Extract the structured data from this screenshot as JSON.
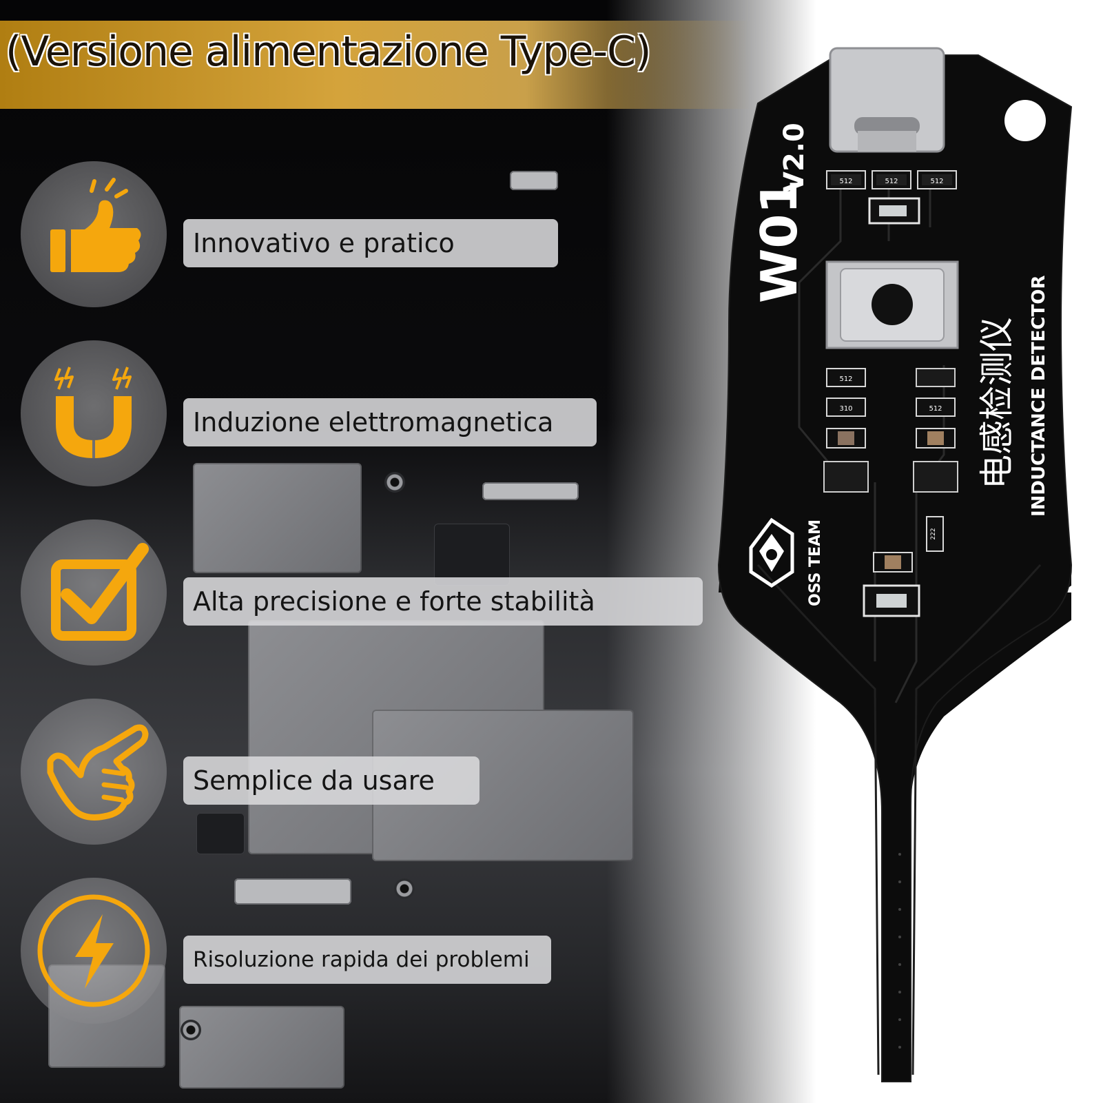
{
  "banner": {
    "title": "(Versione alimentazione Type-C)"
  },
  "features": [
    {
      "label": "Innovativo e pratico",
      "icon": "thumbs-up-icon"
    },
    {
      "label": "Induzione elettromagnetica",
      "icon": "magnet-icon"
    },
    {
      "label": "Alta precisione e forte stabilità",
      "icon": "checkbox-check-icon"
    },
    {
      "label": "Semplice da usare",
      "icon": "hand-pointer-icon"
    },
    {
      "label": "Risoluzione rapida dei problemi",
      "icon": "lightning-circle-icon"
    }
  ],
  "product": {
    "model": "W01",
    "version": "V2.0",
    "chinese_name": "电感检测仪",
    "english_name": "INDUCTANCE DETECTOR",
    "brand": "OSS TEAM",
    "component_codes": [
      "512",
      "512",
      "512",
      "512",
      "310",
      "512",
      "222"
    ]
  },
  "colors": {
    "accent": "#f5a70d",
    "banner": "#c99a3a",
    "pcb": "#0c0c0c",
    "label_bg": "#dadadc"
  }
}
